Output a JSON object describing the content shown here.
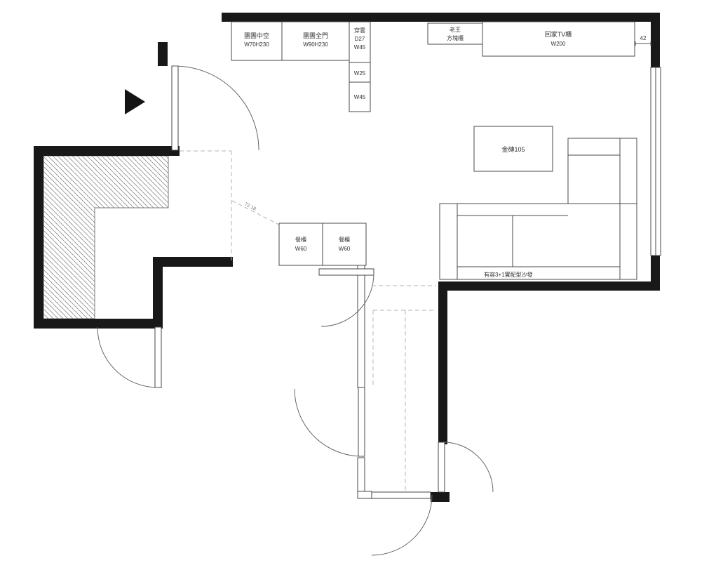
{
  "labels": {
    "cab_open": {
      "name": "團團中空",
      "size": "W70H230"
    },
    "cab_door": {
      "name": "團團全門",
      "size": "W90H230"
    },
    "shelf": {
      "name": "穿雲",
      "depth": "D27",
      "w1": "W45",
      "w2": "W25",
      "w3": "W45"
    },
    "cube": {
      "name": "老王",
      "type": "方塊櫃"
    },
    "tv": {
      "name": "回家TV櫃",
      "size": "W200"
    },
    "table": {
      "name": "金磚105"
    },
    "sofa": {
      "name": "有容3+1實配型沙發"
    },
    "dining1": {
      "name": "餐櫃",
      "size": "W60"
    },
    "dining2": {
      "name": "餐櫃",
      "size": "W60"
    }
  },
  "dims": {
    "tv_gap": "42",
    "entry": "72 18"
  },
  "colors": {
    "wall": "#181818",
    "furniture_line": "#4a4a4a",
    "dashed_line": "#b5b5b5",
    "hatch_line": "#8a8a8a",
    "background": "#ffffff"
  }
}
